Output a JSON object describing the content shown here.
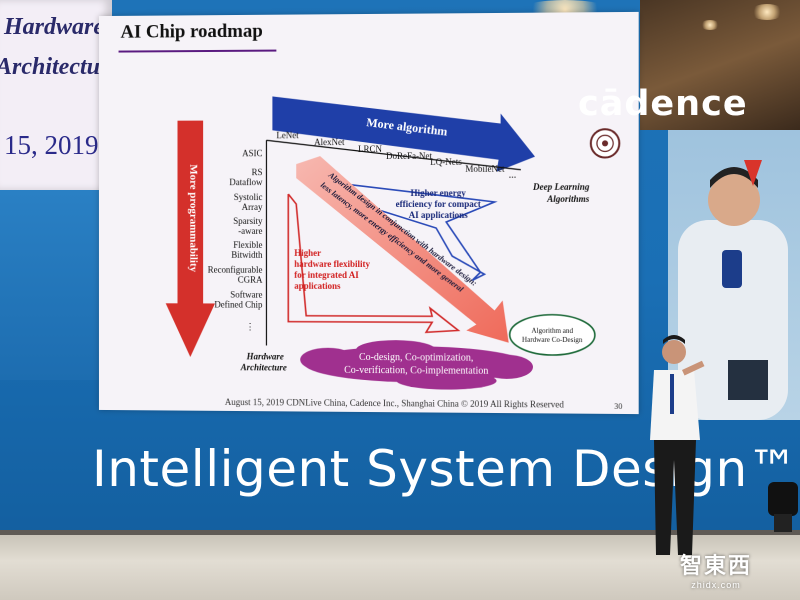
{
  "left_slide": {
    "line1": "Hardware",
    "line2": "Architecture",
    "date": "15, 2019"
  },
  "slide": {
    "title": "AI Chip roadmap",
    "algorithm_arrow_label": "More algorithm",
    "programmability_label": "More programmability",
    "networks": [
      "LeNet",
      "AlexNet",
      "LRCN",
      "DoReFa-Net",
      "LQ-Nets",
      "MobileNet",
      "..."
    ],
    "deep_learning_label_line1": "Deep Learning",
    "deep_learning_label_line2": "Algorithms",
    "architectures": [
      "ASIC",
      "RS",
      "Dataflow",
      "Systolic",
      "Array",
      "Sparsity",
      "-aware",
      "Flexible",
      "Bitwidth",
      "Reconfigurable",
      "CGRA",
      "Software",
      "Defined Chip",
      "⋮"
    ],
    "hardware_architecture_line1": "Hardware",
    "hardware_architecture_line2": "Architecture",
    "energy_text": [
      "Higher energy",
      "efficiency for compact",
      "AI applications"
    ],
    "flexibility_text": [
      "Higher",
      "hardware flexibility",
      "for integrated AI",
      "applications"
    ],
    "diagonal_text_line1": "Algorithm design in conjunction with hardware design:",
    "diagonal_text_line2": "less latency, more energy efficiency and more general",
    "codesign_line1": "Co-design, Co-optimization,",
    "codesign_line2": "Co-verification, Co-implementation",
    "ellipse_line1": "Algorithm and",
    "ellipse_line2": "Hardware Co-Design",
    "footer": "August 15, 2019   CDNLive China, Cadence Inc., Shanghai China © 2019 All Rights Reserved",
    "page_number": "30"
  },
  "brand": {
    "logo_text": "cādence"
  },
  "banner": {
    "text": "Intelligent System Design™"
  },
  "watermark": {
    "cn": "智東西",
    "en": "zhidx.com"
  },
  "colors": {
    "screen_blue": "#1a6fb5",
    "arrow_blue": "#1f3fa8",
    "arrow_red": "#d9342b",
    "codesign_purple": "#a0308f",
    "flex_text_red": "#d11d1d",
    "energy_text_navy": "#1a2a7a"
  }
}
